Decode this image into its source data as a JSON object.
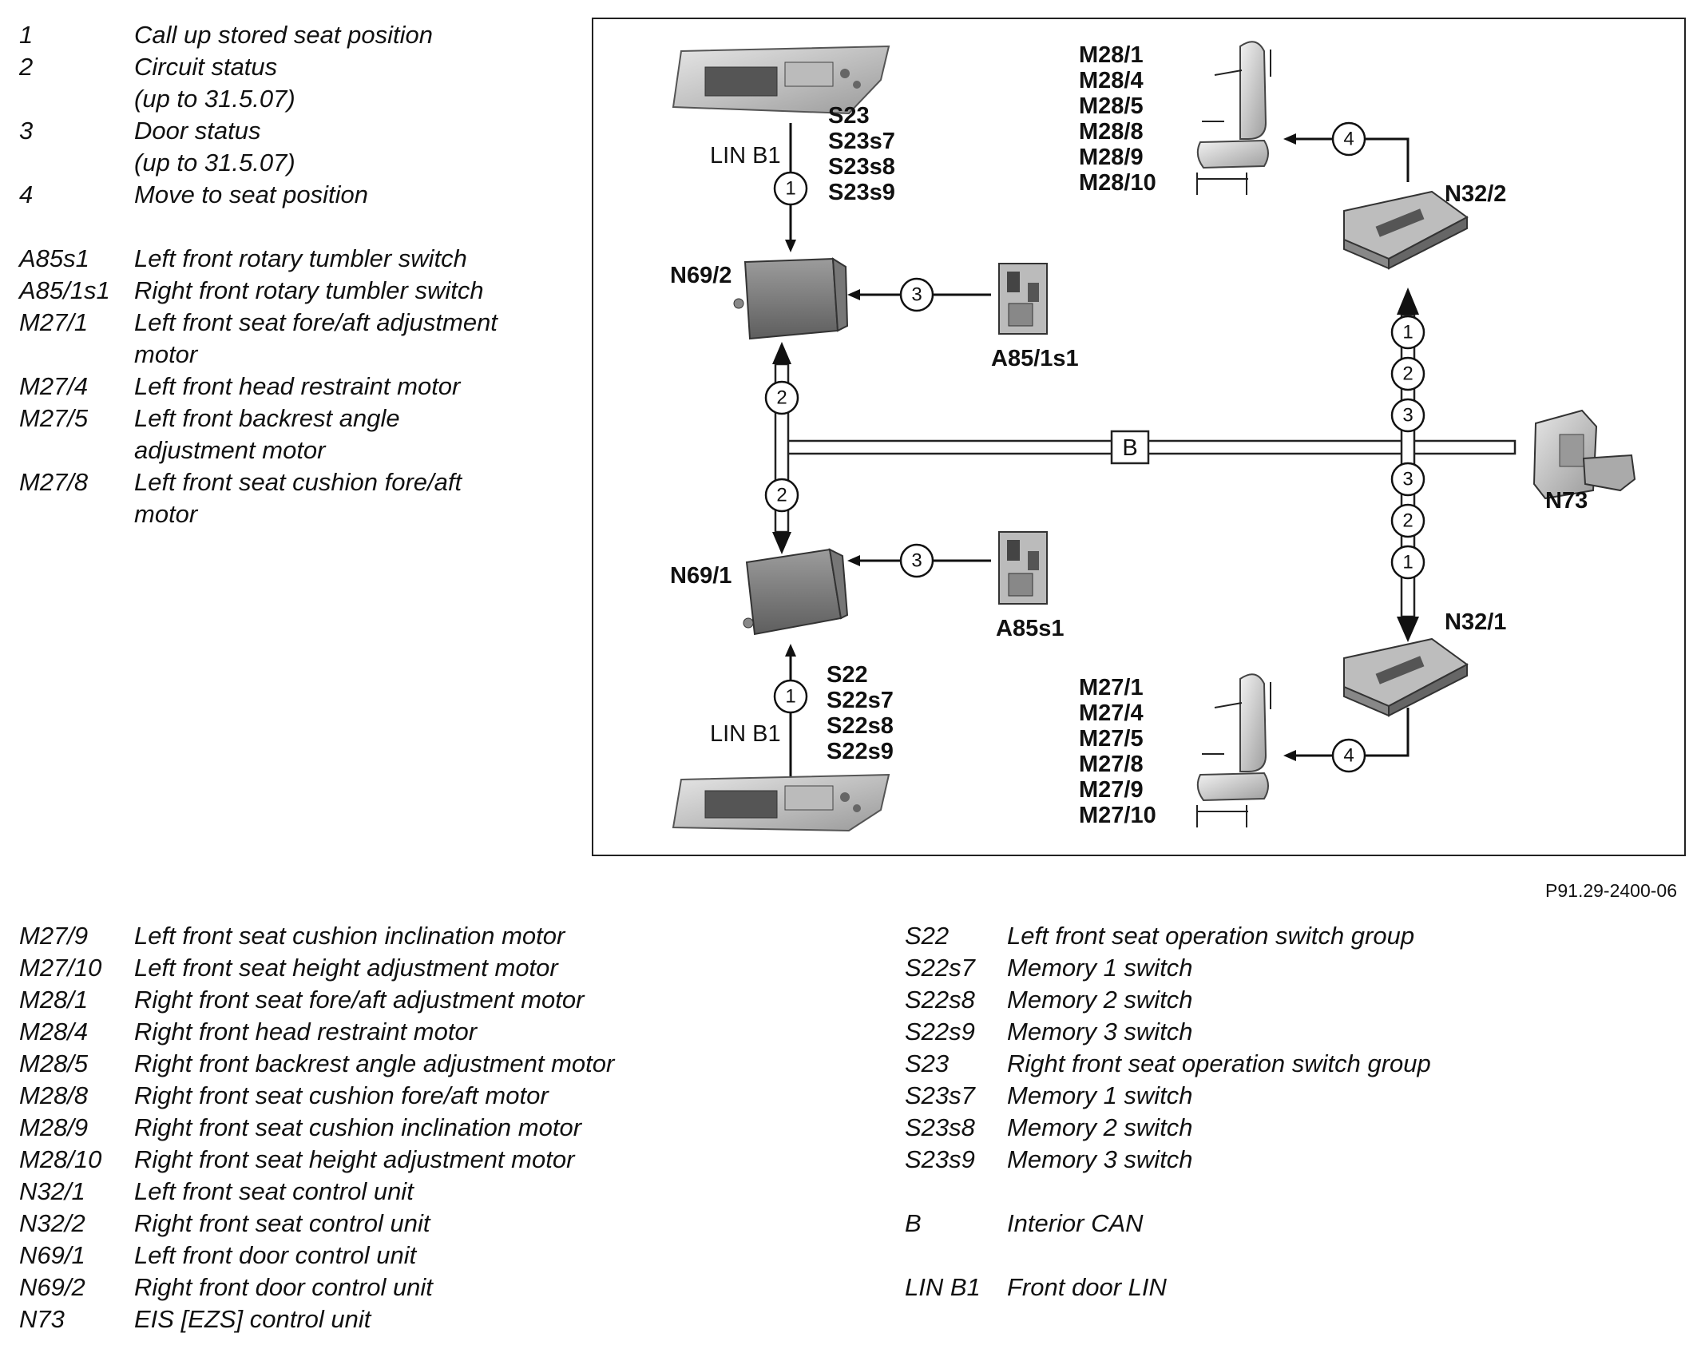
{
  "legend_top": [
    {
      "code": "1",
      "desc": "Call up stored seat position"
    },
    {
      "code": "2",
      "desc": "Circuit status\n(up to 31.5.07)"
    },
    {
      "code": "3",
      "desc": "Door status\n(up to 31.5.07)"
    },
    {
      "code": "4",
      "desc": "Move to seat position"
    },
    {
      "gap": true
    },
    {
      "code": "A85s1",
      "desc": "Left front rotary tumbler switch"
    },
    {
      "code": "A85/1s1",
      "desc": "Right front rotary tumbler switch"
    },
    {
      "code": "M27/1",
      "desc": "Left front seat fore/aft adjustment\nmotor"
    },
    {
      "code": "M27/4",
      "desc": "Left front head restraint motor"
    },
    {
      "code": "M27/5",
      "desc": "Left front backrest angle\nadjustment motor"
    },
    {
      "code": "M27/8",
      "desc": "Left front seat cushion fore/aft\nmotor"
    }
  ],
  "legend_bottom_left": [
    {
      "code": "M27/9",
      "desc": "Left front seat cushion inclination motor"
    },
    {
      "code": "M27/10",
      "desc": "Left front seat height adjustment motor"
    },
    {
      "code": "M28/1",
      "desc": "Right front seat fore/aft adjustment motor"
    },
    {
      "code": "M28/4",
      "desc": "Right front head restraint motor"
    },
    {
      "code": "M28/5",
      "desc": "Right front backrest angle adjustment motor"
    },
    {
      "code": "M28/8",
      "desc": "Right front seat cushion fore/aft motor"
    },
    {
      "code": "M28/9",
      "desc": "Right front seat cushion inclination motor"
    },
    {
      "code": "M28/10",
      "desc": "Right front seat height adjustment motor"
    },
    {
      "code": "N32/1",
      "desc": "Left front seat control unit"
    },
    {
      "code": "N32/2",
      "desc": "Right front seat control unit"
    },
    {
      "code": "N69/1",
      "desc": "Left front door control unit"
    },
    {
      "code": "N69/2",
      "desc": "Right front door control unit"
    },
    {
      "code": "N73",
      "desc": "EIS [EZS] control unit"
    }
  ],
  "legend_bottom_right": [
    {
      "code": "S22",
      "desc": "Left front seat operation switch group"
    },
    {
      "code": "S22s7",
      "desc": "Memory 1 switch"
    },
    {
      "code": "S22s8",
      "desc": "Memory 2 switch"
    },
    {
      "code": "S22s9",
      "desc": "Memory 3 switch"
    },
    {
      "code": "S23",
      "desc": "Right front seat operation switch group"
    },
    {
      "code": "S23s7",
      "desc": "Memory 1 switch"
    },
    {
      "code": "S23s8",
      "desc": "Memory 2 switch"
    },
    {
      "code": "S23s9",
      "desc": "Memory 3 switch"
    },
    {
      "gap": true
    },
    {
      "code": "B",
      "desc": "Interior CAN"
    },
    {
      "gap": true
    },
    {
      "code": "LIN B1",
      "desc": "Front door LIN"
    }
  ],
  "diagram": {
    "lin_b1_top": "LIN B1",
    "lin_b1_bottom": "LIN B1",
    "s23_group": [
      "S23",
      "S23s7",
      "S23s8",
      "S23s9"
    ],
    "s22_group": [
      "S22",
      "S22s7",
      "S22s8",
      "S22s9"
    ],
    "m28_group": [
      "M28/1",
      "M28/4",
      "M28/5",
      "M28/8",
      "M28/9",
      "M28/10"
    ],
    "m27_group": [
      "M27/1",
      "M27/4",
      "M27/5",
      "M27/8",
      "M27/9",
      "M27/10"
    ],
    "n69_2": "N69/2",
    "n69_1": "N69/1",
    "a85_1s1": "A85/1s1",
    "a85s1": "A85s1",
    "n32_2": "N32/2",
    "n32_1": "N32/1",
    "n73": "N73",
    "bus": "B",
    "markers": {
      "one": "1",
      "two": "2",
      "three": "3",
      "four": "4"
    }
  },
  "figure_ref": "P91.29-2400-06"
}
